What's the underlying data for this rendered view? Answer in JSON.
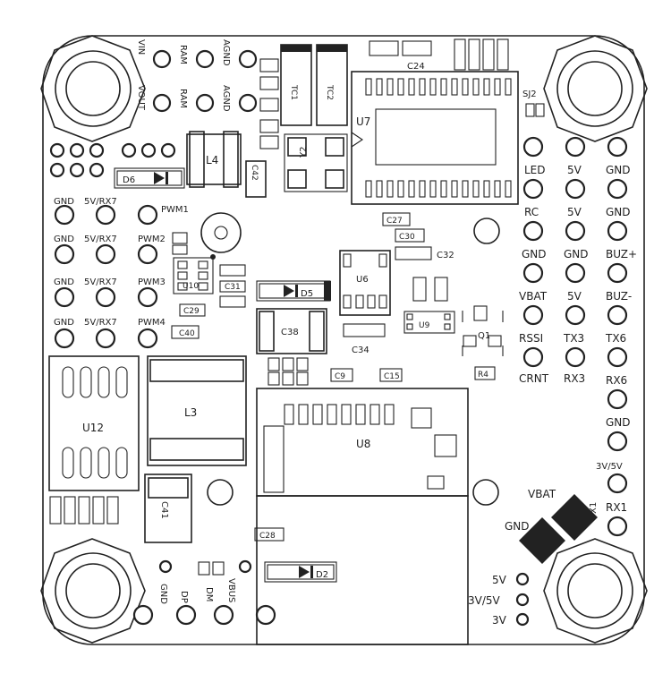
{
  "board": {
    "top_left_pins": [
      "VIN",
      "RAM",
      "AGND",
      "VOUT",
      "RAM",
      "AGND"
    ],
    "left_channels": [
      {
        "gnd": "GND",
        "rx": "5V/RX7",
        "pwm": "PWM1"
      },
      {
        "gnd": "GND",
        "rx": "5V/RX7",
        "pwm": "PWM2"
      },
      {
        "gnd": "GND",
        "rx": "5V/RX7",
        "pwm": "PWM3"
      },
      {
        "gnd": "GND",
        "rx": "5V/RX7",
        "pwm": "PWM4"
      }
    ],
    "right_col1": [
      "LED",
      "RC",
      "GND",
      "VBAT",
      "RSSI",
      "CRNT"
    ],
    "right_col2": [
      "5V",
      "5V",
      "GND",
      "5V",
      "TX3",
      "RX3"
    ],
    "right_col3": [
      "GND",
      "GND",
      "BUZ+",
      "BUZ-",
      "TX6",
      "RX6",
      "GND",
      "3V/5V",
      "RX1",
      "TX1"
    ],
    "components": {
      "c24": "C24",
      "sj2": "SJ2",
      "u7": "U7",
      "tc1": "TC1",
      "tc2": "TC2",
      "y2": "Y2",
      "l4": "L4",
      "c42": "C42",
      "d6": "D6",
      "c27": "C27",
      "c30": "C30",
      "c32": "C32",
      "u6": "U6",
      "d5": "D5",
      "u10": "U10",
      "c29": "C29",
      "c31": "C31",
      "c40": "C40",
      "c38": "C38",
      "c34": "C34",
      "u9": "U9",
      "q1": "Q1",
      "r4": "R4",
      "c9": "C9",
      "c15": "C15",
      "l3": "L3",
      "u12": "U12",
      "u8": "U8",
      "c41": "C41",
      "c28": "C28",
      "d2": "D2"
    },
    "battery_pads": [
      "VBAT",
      "GND"
    ],
    "bottom_pins": [
      "GND",
      "DP",
      "DM",
      "VBUS"
    ],
    "voltage_pins": [
      "5V",
      "3V/5V",
      "3V"
    ]
  }
}
